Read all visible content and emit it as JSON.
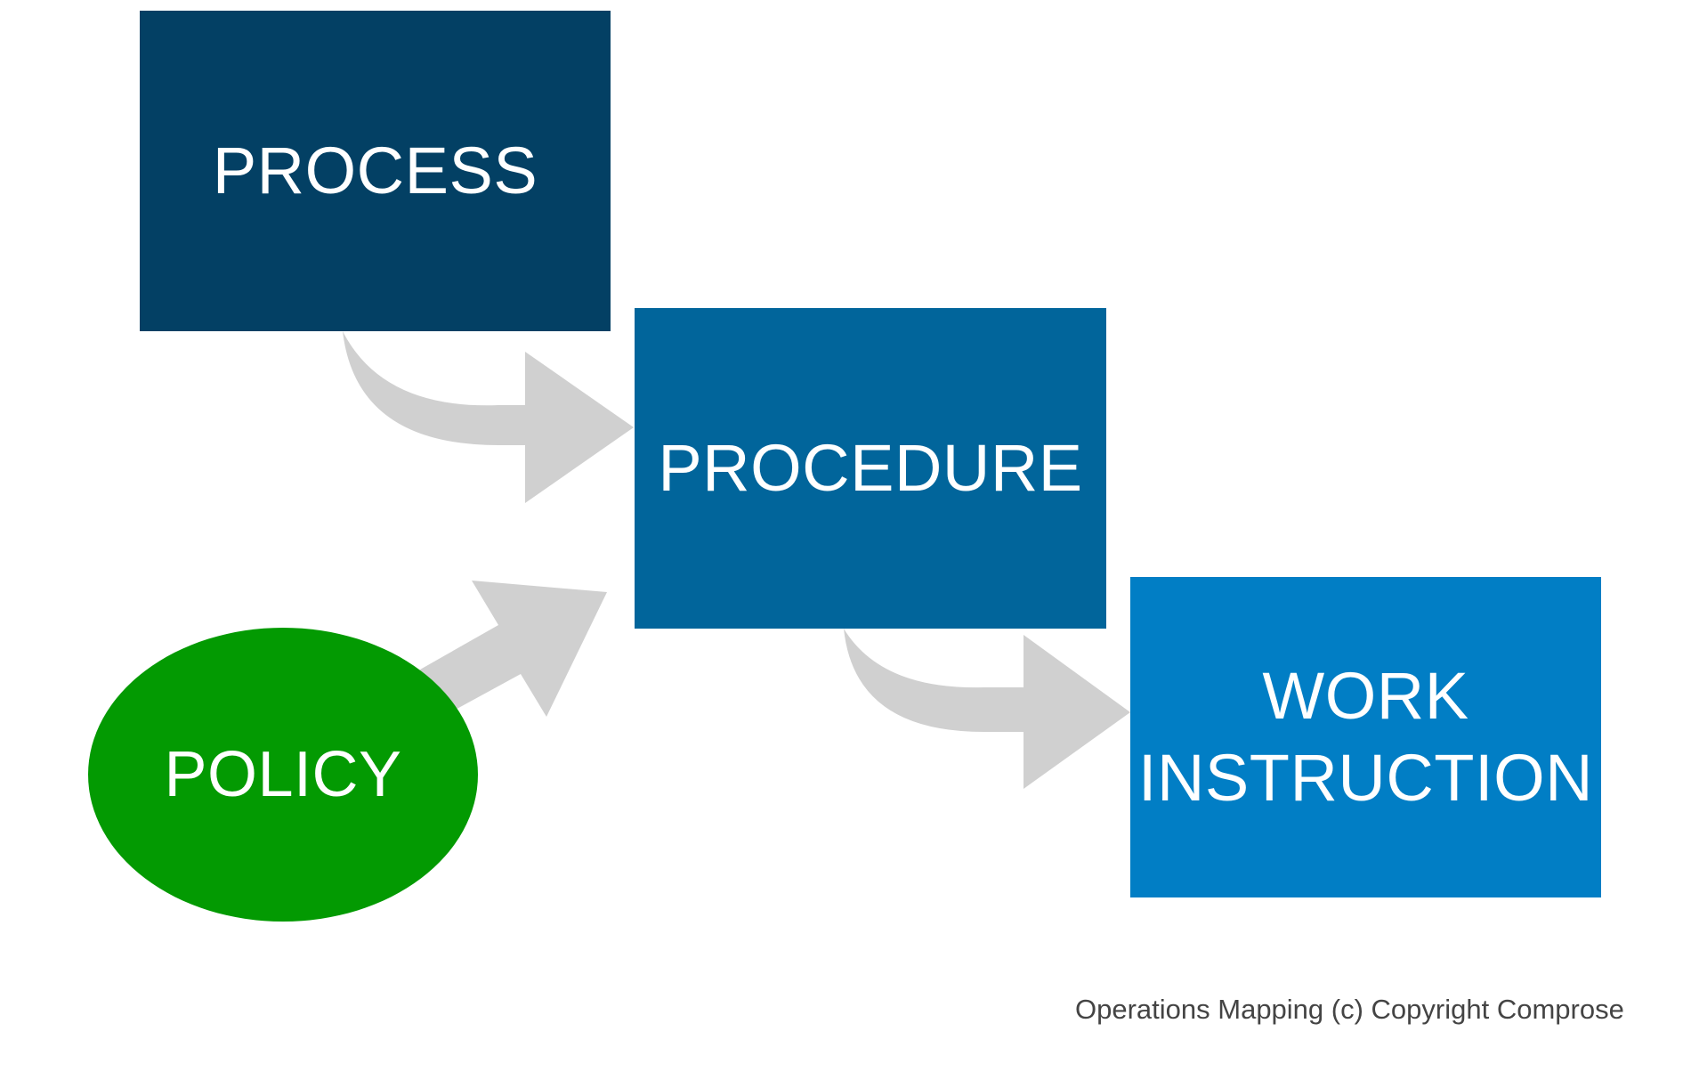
{
  "diagram": {
    "nodes": {
      "process": {
        "label": "PROCESS",
        "shape": "rectangle",
        "color": "#034064"
      },
      "procedure": {
        "label": "PROCEDURE",
        "shape": "rectangle",
        "color": "#01659b"
      },
      "work_instruction": {
        "label_line1": "WORK",
        "label_line2": "INSTRUCTION",
        "shape": "rectangle",
        "color": "#017ec5"
      },
      "policy": {
        "label": "POLICY",
        "shape": "ellipse",
        "color": "#039a02"
      }
    },
    "edges": [
      {
        "from": "process",
        "to": "procedure",
        "style": "curved-arrow"
      },
      {
        "from": "policy",
        "to": "procedure",
        "style": "straight-arrow"
      },
      {
        "from": "procedure",
        "to": "work_instruction",
        "style": "curved-arrow"
      }
    ],
    "arrow_color": "#d0d0d0",
    "footer": "Operations Mapping (c) Copyright Comprose"
  }
}
